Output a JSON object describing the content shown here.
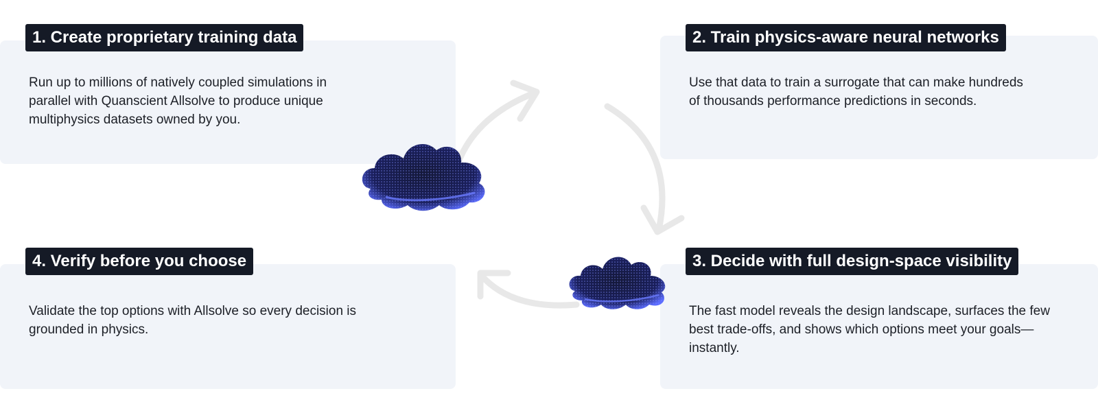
{
  "steps": [
    {
      "title": "1. Create proprietary training data",
      "description": "Run up to millions of natively coupled simulations in parallel with Quanscient Allsolve to produce unique multiphysics datasets owned by you."
    },
    {
      "title": "2. Train physics-aware neural networks",
      "description": "Use that data to train a surrogate that can make hundreds of thousands performance predictions in seconds."
    },
    {
      "title": "3. Decide with full design-space visibility",
      "description": "The fast model reveals the design landscape, surfaces the few best trade-offs, and shows which options meet your goals—instantly."
    },
    {
      "title": "4. Verify before you choose",
      "description": "Validate the top options with Allsolve so every decision is grounded in physics."
    }
  ],
  "colors": {
    "card_background": "#f1f4f9",
    "title_background": "#151a26",
    "title_text": "#ffffff",
    "arrow": "#e6e6e6",
    "cloud_dark": "#1a1f5c",
    "cloud_glow": "#5b6cff"
  },
  "icons": [
    "cycle-arrow-icon",
    "particle-cloud-icon"
  ]
}
